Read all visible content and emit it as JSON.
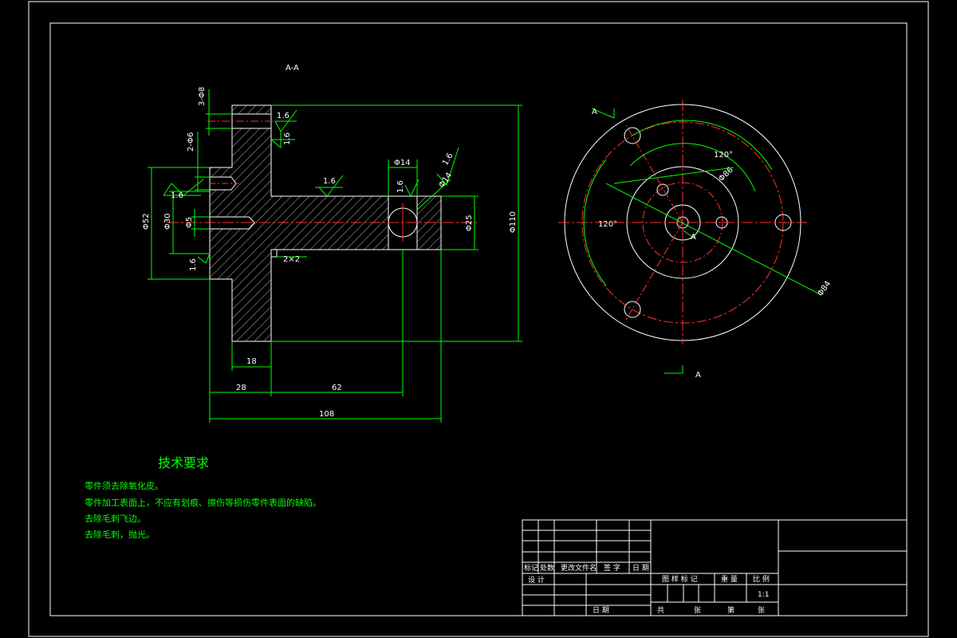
{
  "colors": {
    "background": "#000000",
    "outline": "#ffffff",
    "dimension": "#00ff00",
    "centerline": "#ff3030",
    "hatch": "#ffffff",
    "text_green": "#00ff00",
    "text_white": "#ffffff"
  },
  "section_view": {
    "title": "A-A",
    "dimensions": {
      "d_3_phi8": "3-Φ8",
      "d_2_phi6": "2-Φ6",
      "d_phi52": "Φ52",
      "d_phi30": "Φ30",
      "d_phi5": "Φ5",
      "d_phi14_top": "Φ14",
      "d_phi14_side": "Φ14",
      "d_phi25": "Φ25",
      "d_phi110": "Φ110",
      "d_chamfer": "2×2",
      "d_18": "18",
      "d_28": "28",
      "d_62": "62",
      "d_108": "108"
    },
    "roughness": {
      "r1": "1.6",
      "r2": "1.6",
      "r3": "1.6",
      "r4": "1.6",
      "r5": "1.6",
      "r6": "1.6",
      "r7": "1.6"
    }
  },
  "end_view": {
    "cut_label_top": "A",
    "cut_label_bottom": "A",
    "center_label": "A",
    "angle_top": "120°",
    "angle_left": "120°",
    "dim_phi86": "Φ86",
    "dim_phi84": "Φ84"
  },
  "tech_requirements": {
    "title": "技术要求",
    "items": [
      "零件须去除氧化皮。",
      "零件加工表面上，不应有划痕、擦伤等损伤零件表面的缺陷。",
      "去除毛刺飞边。",
      "去除毛刺，抛光。"
    ]
  },
  "title_block": {
    "mark": "标记",
    "count": "处数",
    "change_doc": "更改文件名",
    "signature": "签 字",
    "date": "日 期",
    "design": "设 计",
    "date2": "日 期",
    "stage_mark": "图 样 标 记",
    "weight": "重 量",
    "scale": "比 例",
    "scale_value": "1:1",
    "total": "共",
    "sheet": "张",
    "th": "第",
    "sheet2": "张"
  }
}
